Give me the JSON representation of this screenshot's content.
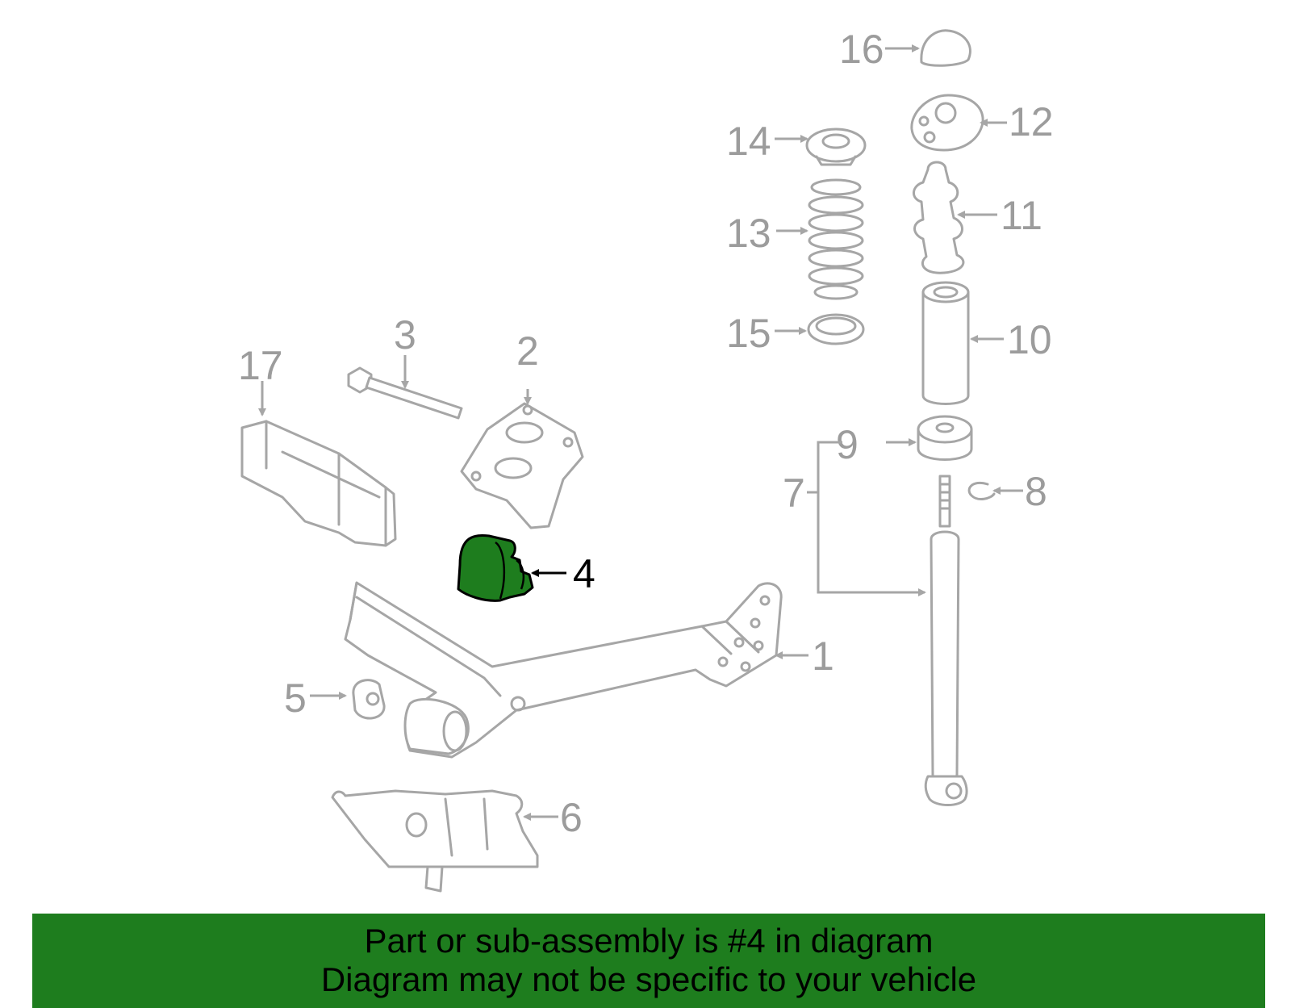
{
  "colors": {
    "highlight_fill": "#1e7d1e",
    "banner_bg": "#1e7d1e",
    "part_stroke": "#a6a6a6",
    "label_gray": "#9c9c9c",
    "label_highlight": "#000000"
  },
  "highlighted_part": "4",
  "labels": {
    "p1": "1",
    "p2": "2",
    "p3": "3",
    "p4": "4",
    "p5": "5",
    "p6": "6",
    "p7": "7",
    "p8": "8",
    "p9": "9",
    "p10": "10",
    "p11": "11",
    "p12": "12",
    "p13": "13",
    "p14": "14",
    "p15": "15",
    "p16": "16",
    "p17": "17"
  },
  "banner": {
    "line1": "Part or sub-assembly is #4 in diagram",
    "line2": "Diagram may not be specific to your vehicle"
  }
}
